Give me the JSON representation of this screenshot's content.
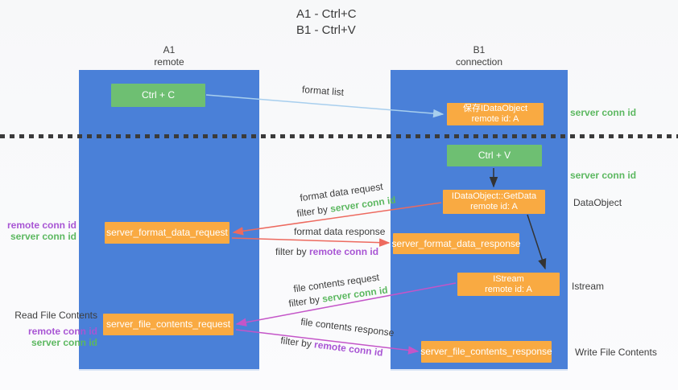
{
  "title": {
    "line1": "A1 - Ctrl+C",
    "line2": "B1 - Ctrl+V"
  },
  "lanes": {
    "left": {
      "name": "A1",
      "role": "remote"
    },
    "right": {
      "name": "B1",
      "role": "connection"
    }
  },
  "nodes": {
    "ctrl_c": {
      "label": "Ctrl + C"
    },
    "save_idataobject": {
      "line1": "保存IDataObject",
      "line2": "remote id: A"
    },
    "ctrl_v": {
      "label": "Ctrl + V"
    },
    "getdata": {
      "line1": "IDataObject::GetData",
      "line2": "remote id: A"
    },
    "istream": {
      "line1": "IStream",
      "line2": "remote id: A"
    },
    "format_request": {
      "label": "server_format_data_request"
    },
    "format_response": {
      "label": "server_format_data_response"
    },
    "file_request": {
      "label": "server_file_contents_request"
    },
    "file_response": {
      "label": "server_file_contents_response"
    }
  },
  "arrow_labels": {
    "format_list": "format list",
    "format_data_request": "format data request",
    "format_data_response": "format data response",
    "file_contents_request": "file contents request",
    "file_contents_response": "file contents response",
    "filter_prefix": "filter by ",
    "server_conn_id": "server conn id",
    "remote_conn_id": "remote conn id"
  },
  "annotations": {
    "right_server_conn_top": "server conn id",
    "right_server_conn_mid": "server conn id",
    "dataobject": "DataObject",
    "istream": "Istream",
    "write_file_contents": "Write File Contents",
    "left_remote_conn_1": "remote conn id",
    "left_server_conn_1": "server conn id",
    "read_file_contents": "Read File Contents",
    "left_remote_conn_2": "remote conn id",
    "left_server_conn_2": "server conn id"
  },
  "colors": {
    "lane_blue": "#4a80d8",
    "action_green": "#6ebf72",
    "message_orange": "#f9aa42",
    "arrow_light_blue": "#a8cfee",
    "arrow_red": "#ed6a5f",
    "arrow_magenta": "#c455c8",
    "arrow_black": "#333333",
    "text_green": "#5cb860",
    "text_purple": "#a855d4"
  }
}
